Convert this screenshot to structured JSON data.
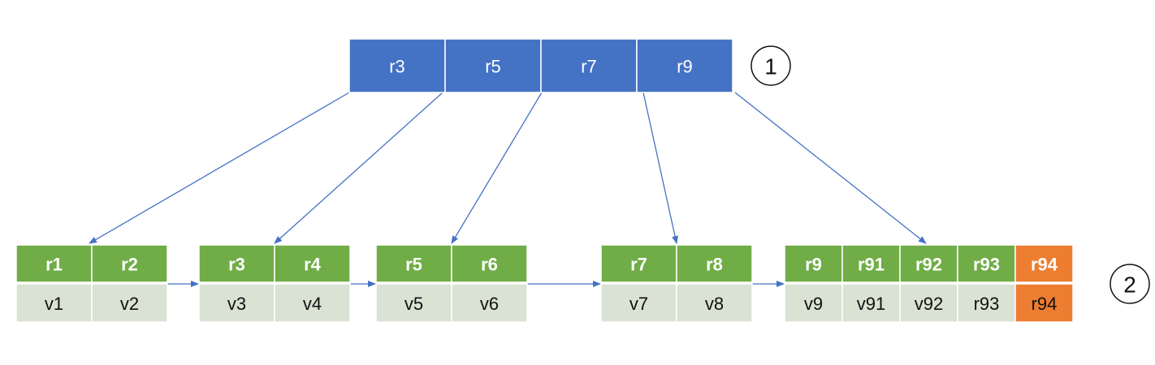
{
  "colors": {
    "root_fill": "#4472C4",
    "key_fill": "#70AD47",
    "value_fill": "#D9E2D3",
    "highlight_fill": "#ED7D31",
    "arrow": "#4472C4",
    "border": "#ffffff"
  },
  "root": {
    "keys": [
      "r3",
      "r5",
      "r7",
      "r9"
    ],
    "badge": "1"
  },
  "leaves": [
    {
      "keys": [
        "r1",
        "r2"
      ],
      "values": [
        "v1",
        "v2"
      ]
    },
    {
      "keys": [
        "r3",
        "r4"
      ],
      "values": [
        "v3",
        "v4"
      ]
    },
    {
      "keys": [
        "r5",
        "r6"
      ],
      "values": [
        "v5",
        "v6"
      ]
    },
    {
      "keys": [
        "r7",
        "r8"
      ],
      "values": [
        "v7",
        "v8"
      ]
    },
    {
      "keys": [
        "r9",
        "r91",
        "r92",
        "r93",
        "r94"
      ],
      "values": [
        "v9",
        "v91",
        "v92",
        "r93",
        "r94"
      ],
      "highlight_index": 4
    }
  ],
  "leaf_badge": "2"
}
